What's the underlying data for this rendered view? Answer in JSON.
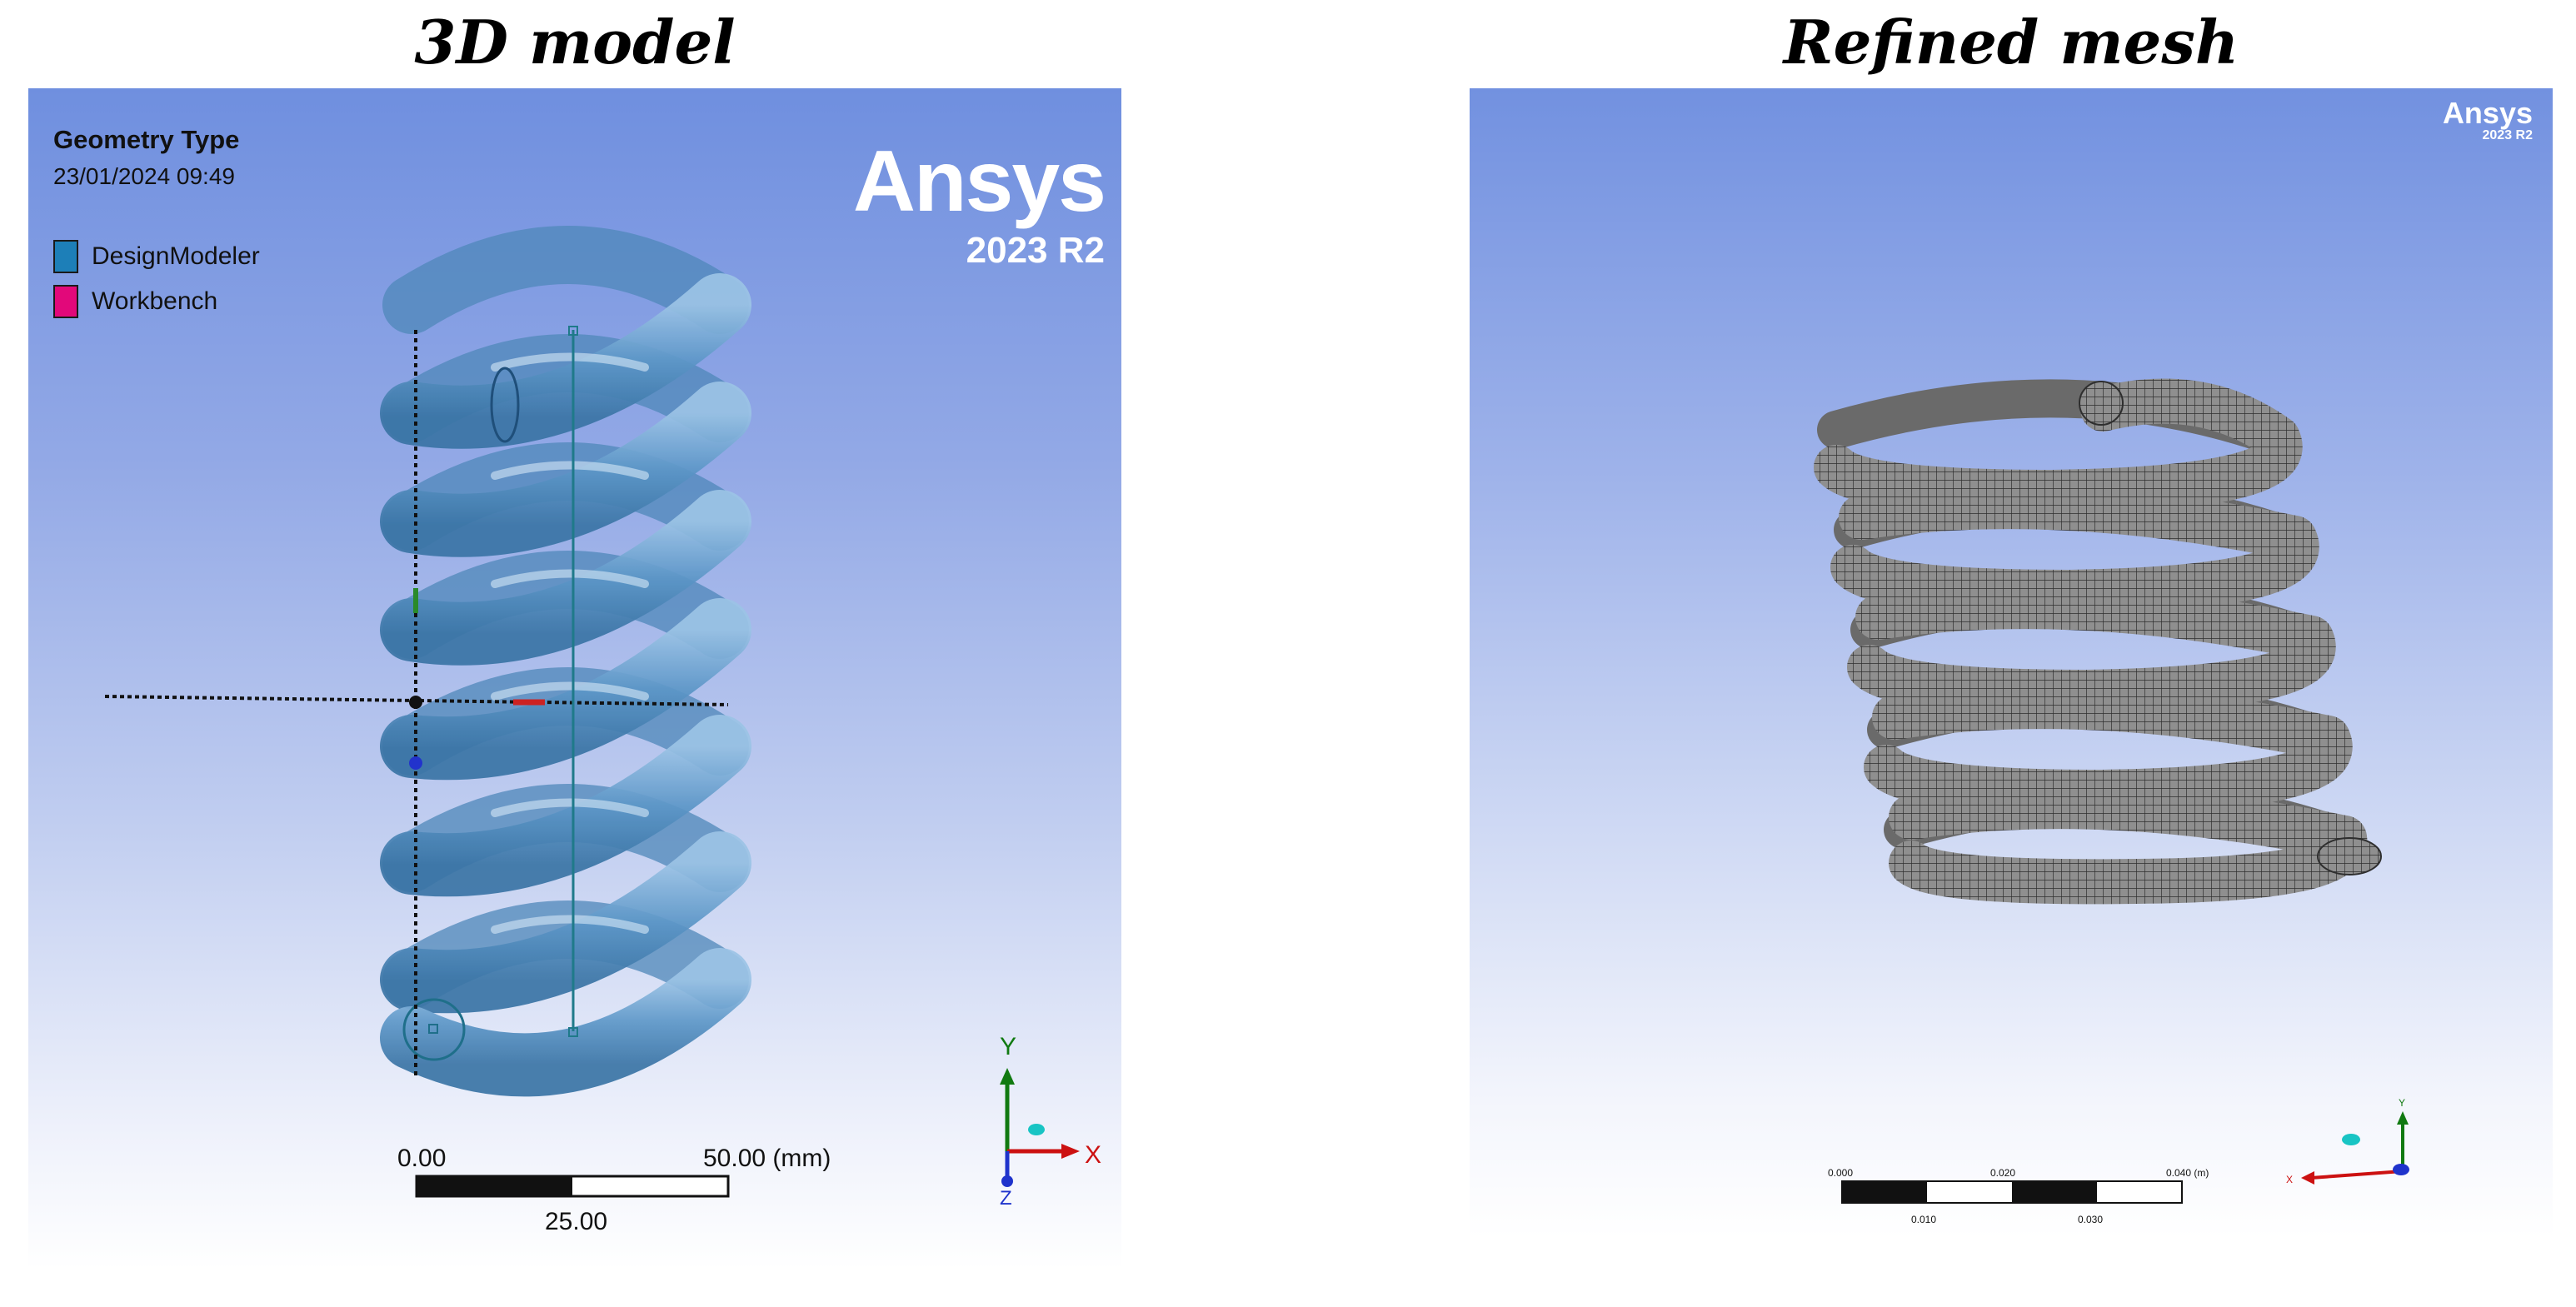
{
  "titles": {
    "left": "3D model",
    "right": "Refined mesh"
  },
  "left_viewport": {
    "geometry_type": "Geometry Type",
    "timestamp": "23/01/2024 09:49",
    "legend": [
      {
        "label": "DesignModeler",
        "color": "#1d7fb8"
      },
      {
        "label": "Workbench",
        "color": "#e2087a"
      }
    ],
    "logo": {
      "brand": "Ansys",
      "version": "2023 R2"
    },
    "scale_bar": {
      "start": "0.00",
      "end": "50.00 (mm)",
      "mid": "25.00"
    },
    "triad": {
      "y": "Y",
      "x": "X",
      "z": "Z"
    },
    "colors": {
      "spring": "#6ea4d2",
      "spring_dark": "#3a78a8"
    }
  },
  "right_viewport": {
    "logo": {
      "brand": "Ansys",
      "version": "2023 R2"
    },
    "scale_bar": {
      "t0": "0.000",
      "t1": "0.020",
      "t2": "0.040 (m)",
      "b1": "0.010",
      "b2": "0.030"
    },
    "triad": {
      "y": "Y",
      "x": "X"
    },
    "colors": {
      "mesh": "#8a8a8a",
      "mesh_lines": "#2a2a2a"
    }
  }
}
